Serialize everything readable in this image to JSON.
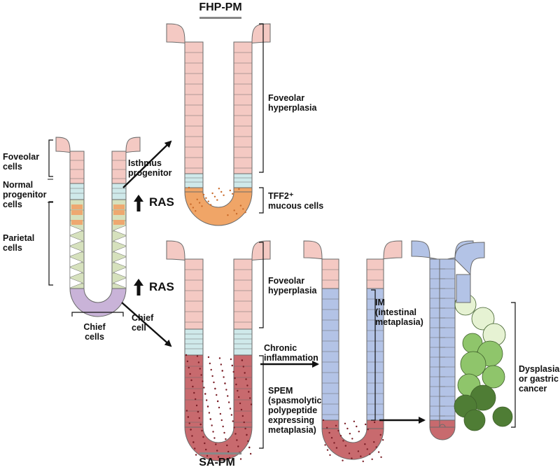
{
  "titles": {
    "top": "FHP-PM",
    "bottom": "SA-PM"
  },
  "normal_gland": {
    "foveolar": "Foveolar\ncells",
    "progenitor": "Normal\nprogenitor\ncells",
    "parietal": "Parietal\ncells",
    "chief": "Chief\ncells"
  },
  "pathways": {
    "isthmus": "Isthmus\nprogenitor",
    "ras": "RAS",
    "chief_cell": "Chief\ncell",
    "chronic": "Chronic\ninflammation"
  },
  "fhp_labels": {
    "foveolar_hyperplasia": "Foveolar\nhyperplasia",
    "tff2": "TFF2⁺\nmucous cells"
  },
  "sapm_labels": {
    "foveolar_hyperplasia": "Foveolar\nhyperplasia",
    "spem": "SPEM\n(spasmolytic\npolypeptide\nexpressing\nmetaplasia)"
  },
  "im_label": "IM\n(intestinal\nmetaplasia)",
  "dysplasia_label": "Dysplasia\nor gastric\ncancer",
  "colors": {
    "foveolar": "#f4c9c3",
    "progenitor": "#cfe9ea",
    "parietal": "#d6e1bd",
    "parietal_orange": "#eea870",
    "chief": "#c9b3d8",
    "tff2": "#f0a567",
    "spem": "#c86a6e",
    "intestinal": "#b3c3e6",
    "dysplasia_light": "#e6f2d3",
    "dysplasia_mid": "#8fc56b",
    "dysplasia_dark": "#4f7d35",
    "outline": "#6a6a6a"
  }
}
